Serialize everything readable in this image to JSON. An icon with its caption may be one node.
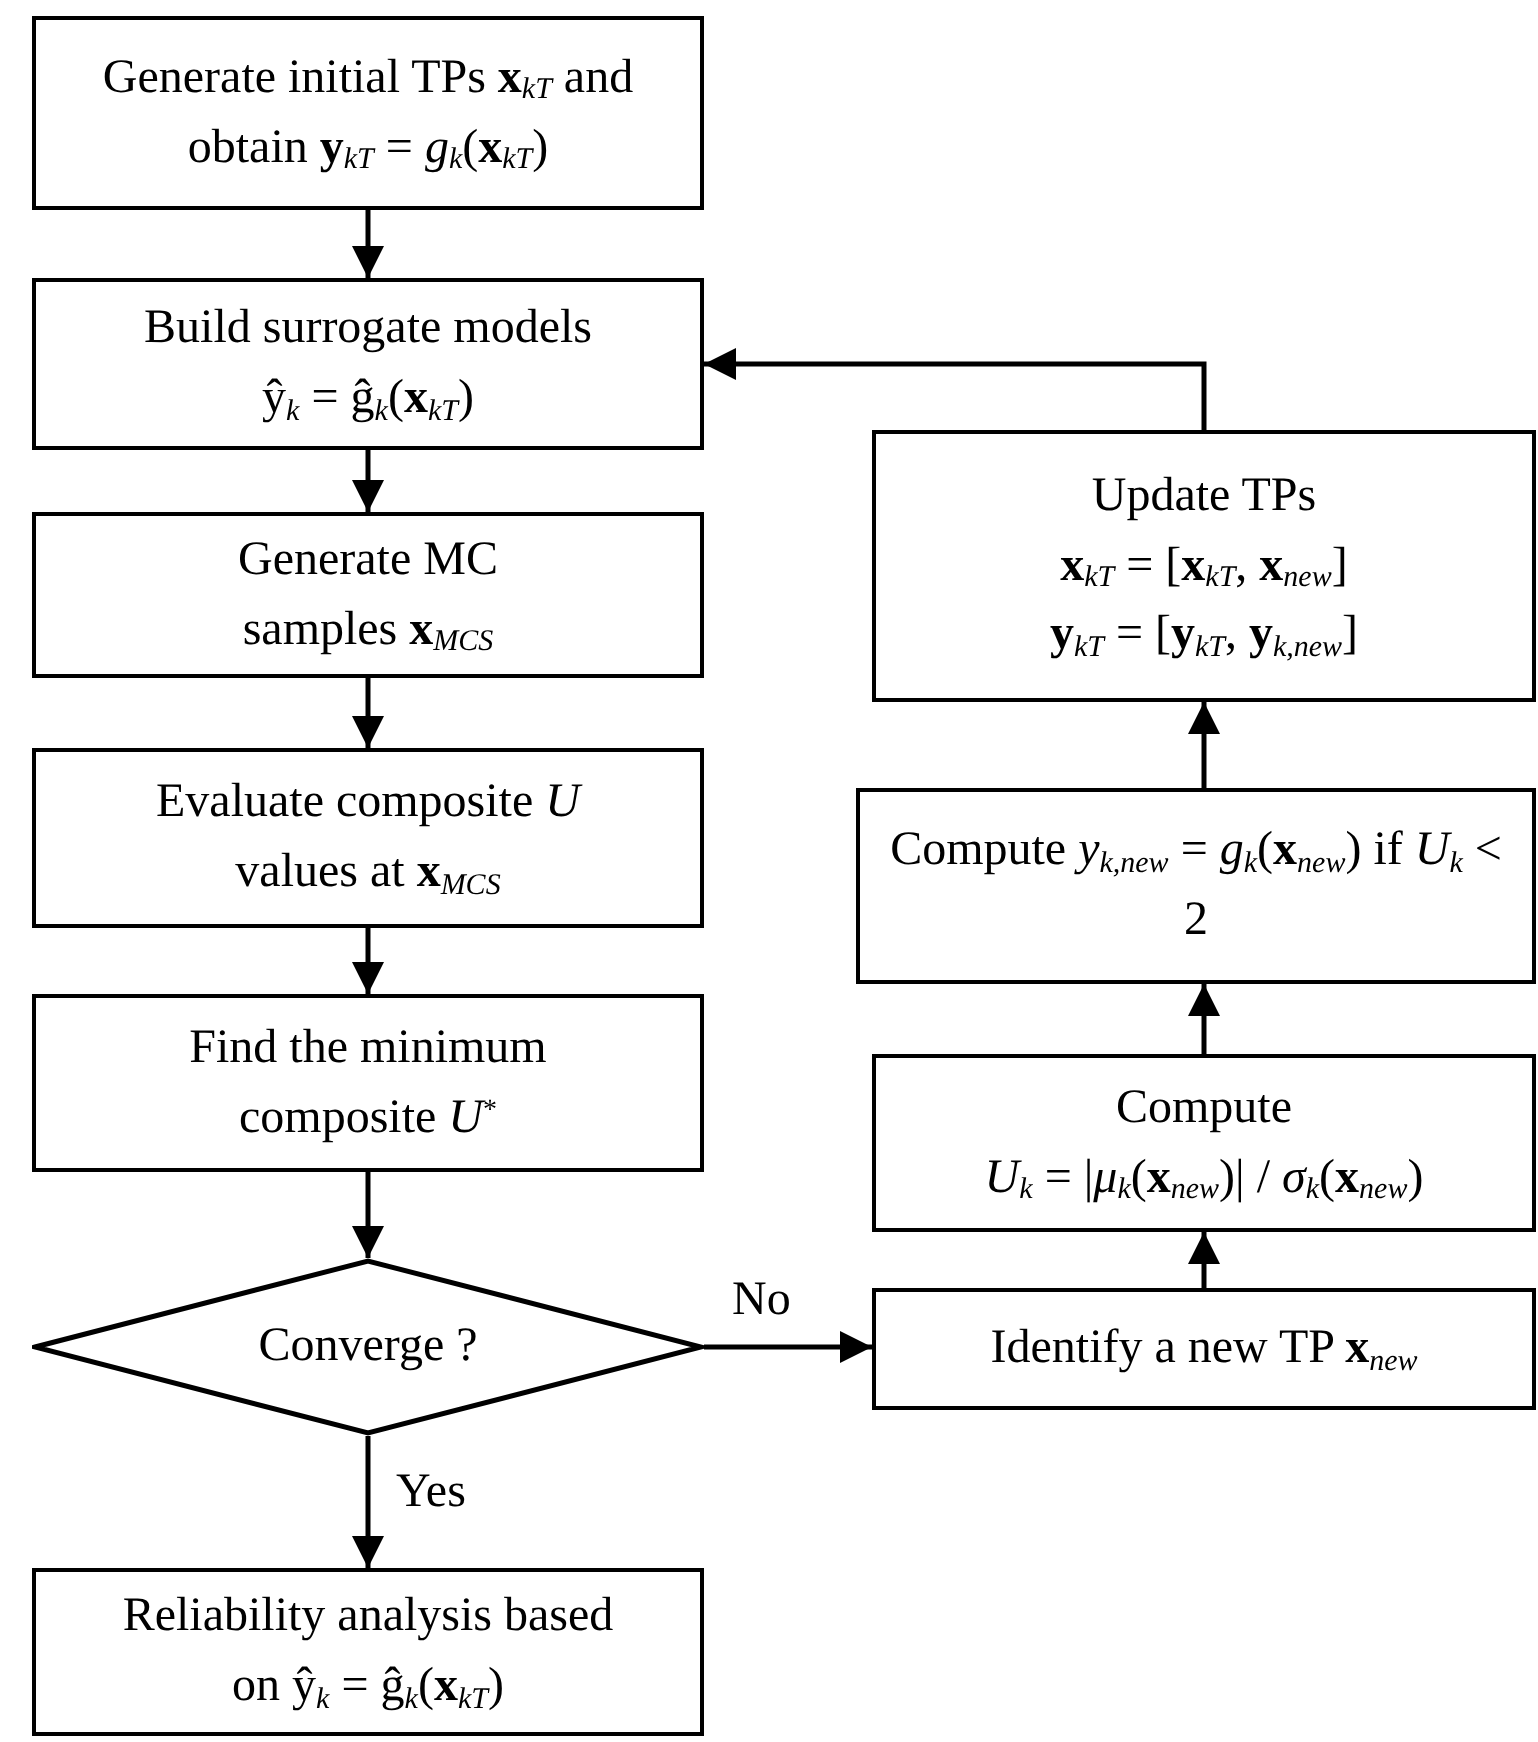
{
  "diagram": {
    "nodes": [
      {
        "text": [
          "Generate initial TPs **x**$_{kT}$ and obtain **y**$_{kT}$ = *g*$_{k}$(**x**$_{kT}$)"
        ]
      },
      {
        "text": [
          "Build surrogate models",
          "ŷ$_{k}$ = ĝ$_{k}$(**x**$_{kT}$)"
        ]
      },
      {
        "text": [
          "Generate MC samples **x**$_{MCS}$"
        ]
      },
      {
        "text": [
          "Evaluate composite *U* values at **x**$_{MCS}$"
        ]
      },
      {
        "text": [
          "Find the minimum composite *U*$^{*}$"
        ]
      },
      {
        "text": [
          "Converge ?"
        ]
      },
      {
        "text": [
          "Reliability analysis based on ŷ$_{k}$ = ĝ$_{k}$(**x**$_{kT}$)"
        ]
      },
      {
        "text": [
          "Identify a new TP **x**$_{new}$"
        ]
      },
      {
        "text": [
          "Compute",
          "*U*$_{k}$ = |*μ*$_{k}$(**x**$_{new}$)| / *σ*$_{k}$(**x**$_{new}$)"
        ]
      },
      {
        "text": [
          "Compute *y*$_{k,new}$ = *g*$_{k}$(**x**$_{new}$) if *U*$_{k}$ < 2"
        ]
      },
      {
        "text": [
          "Update TPs",
          "**x**$_{kT}$ = [**x**$_{kT}$, **x**$_{new}$]",
          "**y**$_{kT}$ = [**y**$_{kT}$, **y**$_{k,new}$]"
        ]
      }
    ],
    "edges": [
      {
        "from": 0,
        "to": 1,
        "arrow": "to"
      },
      {
        "from": 1,
        "to": 2,
        "arrow": "to"
      },
      {
        "from": 2,
        "to": 3,
        "arrow": "to"
      },
      {
        "from": 3,
        "to": 4,
        "arrow": "to"
      },
      {
        "from": 4,
        "to": 5,
        "arrow": "to"
      },
      {
        "from": 5,
        "to": 7,
        "arrow": "to",
        "label": "No"
      },
      {
        "from": 5,
        "to": 6,
        "arrow": "to",
        "label": "Yes"
      },
      {
        "from": 7,
        "to": 8,
        "arrow": "to"
      },
      {
        "from": 8,
        "to": 9,
        "arrow": "to"
      },
      {
        "from": 9,
        "to": 10,
        "arrow": "to"
      },
      {
        "from": 10,
        "to": 1,
        "arrow": "to"
      }
    ]
  }
}
